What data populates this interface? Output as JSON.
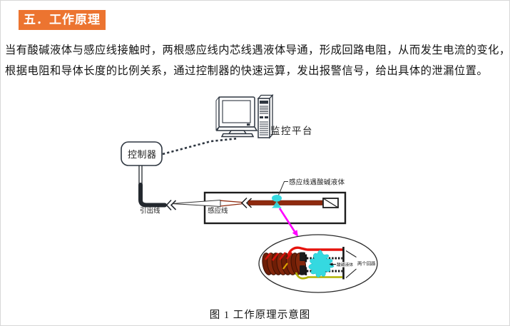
{
  "page": {
    "heading": "五．工作原理",
    "paragraph_line1": "当有酸碱液体与感应线接触时，两根感应线内芯线遇液体导通，形成回路电阻，从而发生电流的变化，",
    "paragraph_line2": "根据电阻和导体长度的比例关系，通过控制器的快速运算，发出报警信号，给出具体的泄漏位置。",
    "caption": "图 1 工作原理示意图"
  },
  "diagram": {
    "monitor_label": "监控平台",
    "controller_label": "控制器",
    "lead_wire_label": "引出线",
    "sensor_wire_label": "感应线",
    "leak_point_label": "感应线遇酸碱液体",
    "liquid_label": "酸碱液体",
    "loops_label": "两个回路"
  },
  "colors": {
    "heading_bg": "#ec7430",
    "wire_brown": "#8f2a0e",
    "arrow_magenta": "#ff00ff",
    "liquid_cyan": "#35d9e0",
    "core_red": "#e6130d",
    "core_yellow": "#b2b300",
    "line_dark": "#2e3640"
  }
}
